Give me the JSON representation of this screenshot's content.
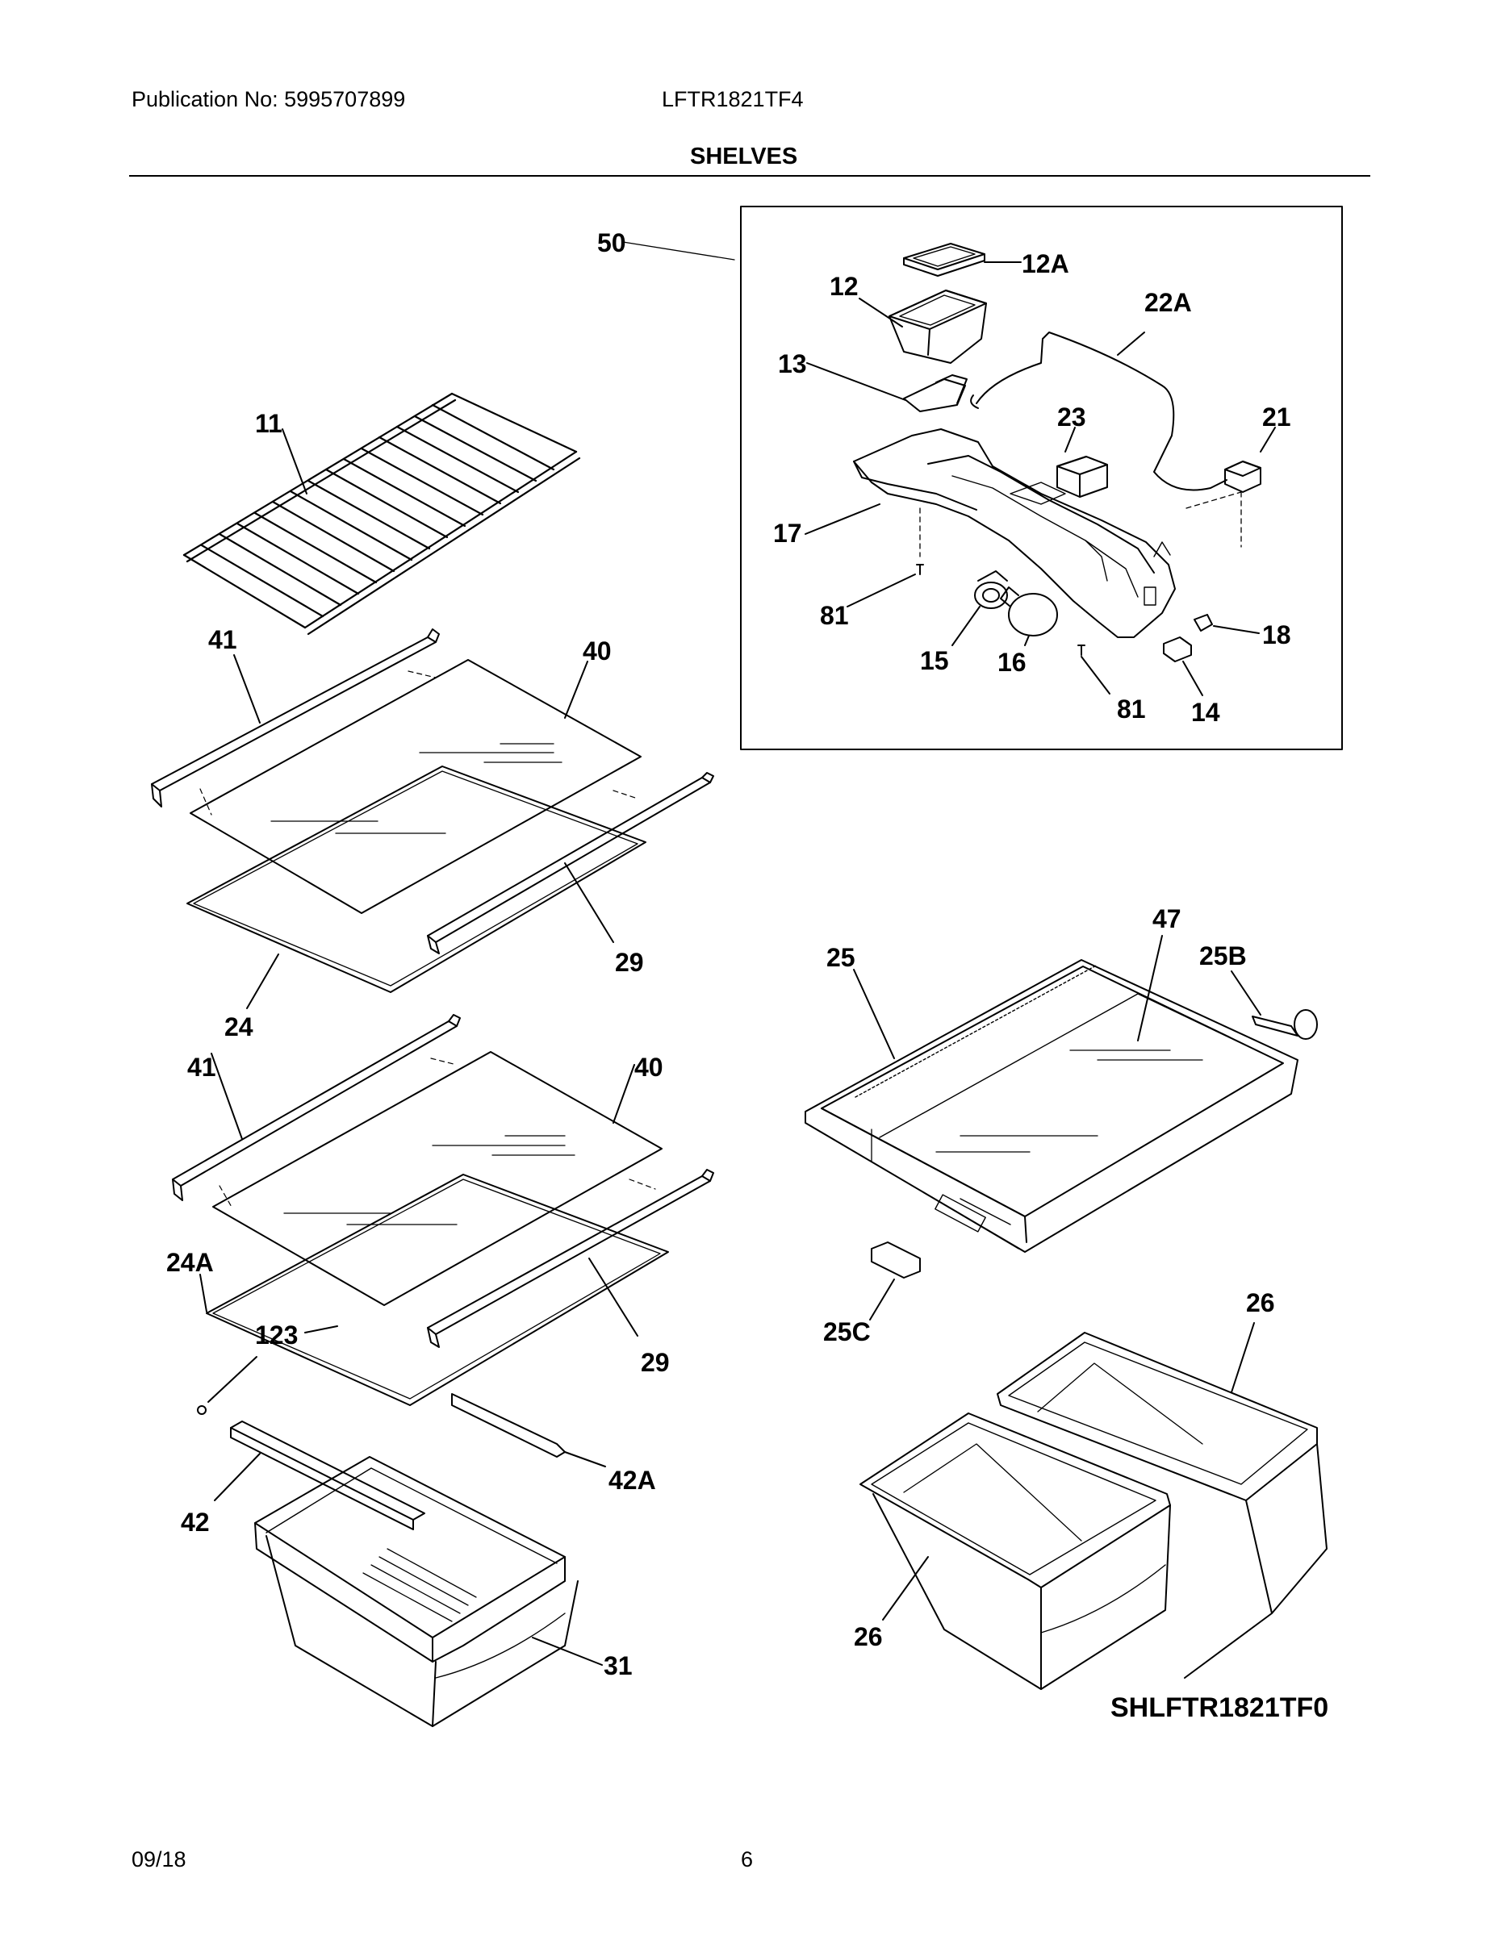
{
  "header": {
    "publication": "Publication No: 5995707899",
    "model": "LFTR1821TF4",
    "section_title": "SHELVES"
  },
  "diagram": {
    "code": "SHLFTR1821TF0",
    "callouts": [
      {
        "id": "c50",
        "label": "50"
      },
      {
        "id": "c12A",
        "label": "12A"
      },
      {
        "id": "c12",
        "label": "12"
      },
      {
        "id": "c22A",
        "label": "22A"
      },
      {
        "id": "c13",
        "label": "13"
      },
      {
        "id": "c23",
        "label": "23"
      },
      {
        "id": "c21",
        "label": "21"
      },
      {
        "id": "c17",
        "label": "17"
      },
      {
        "id": "c81a",
        "label": "81"
      },
      {
        "id": "c15",
        "label": "15"
      },
      {
        "id": "c16",
        "label": "16"
      },
      {
        "id": "c18",
        "label": "18"
      },
      {
        "id": "c81b",
        "label": "81"
      },
      {
        "id": "c14",
        "label": "14"
      },
      {
        "id": "c11",
        "label": "11"
      },
      {
        "id": "c41a",
        "label": "41"
      },
      {
        "id": "c40a",
        "label": "40"
      },
      {
        "id": "c29a",
        "label": "29"
      },
      {
        "id": "c24",
        "label": "24"
      },
      {
        "id": "c41b",
        "label": "41"
      },
      {
        "id": "c40b",
        "label": "40"
      },
      {
        "id": "c24A",
        "label": "24A"
      },
      {
        "id": "c123",
        "label": "123"
      },
      {
        "id": "c29b",
        "label": "29"
      },
      {
        "id": "c42A",
        "label": "42A"
      },
      {
        "id": "c42",
        "label": "42"
      },
      {
        "id": "c31",
        "label": "31"
      },
      {
        "id": "c47",
        "label": "47"
      },
      {
        "id": "c25",
        "label": "25"
      },
      {
        "id": "c25B",
        "label": "25B"
      },
      {
        "id": "c25C",
        "label": "25C"
      },
      {
        "id": "c26a",
        "label": "26"
      },
      {
        "id": "c26b",
        "label": "26"
      }
    ]
  },
  "footer": {
    "date": "09/18",
    "page": "6"
  }
}
